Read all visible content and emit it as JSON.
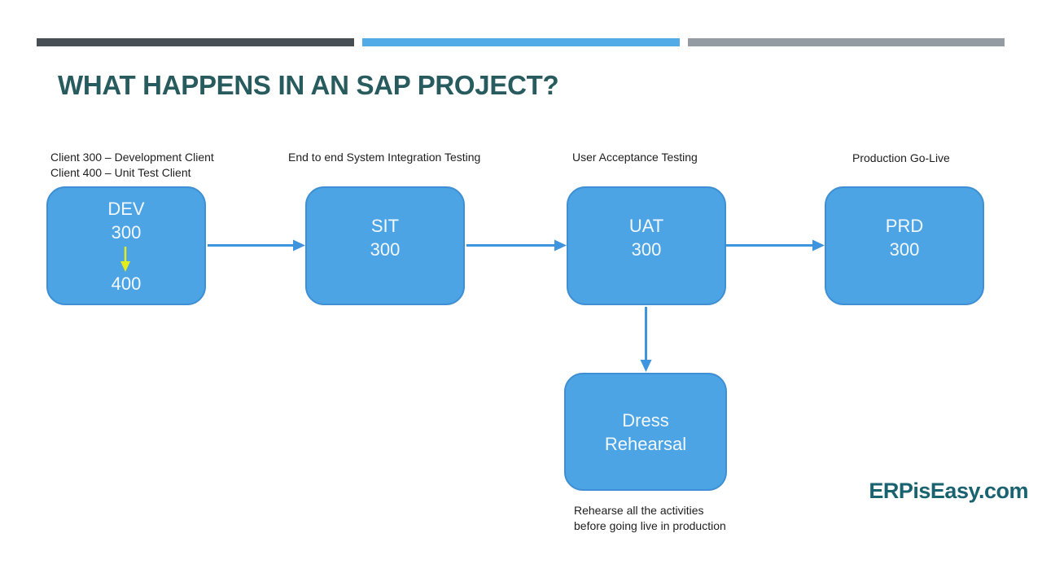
{
  "slide": {
    "title": "WHAT HAPPENS IN AN SAP PROJECT?",
    "logo": "ERPisEasy.com"
  },
  "stages": [
    {
      "caption": [
        "Client 300  – Development Client",
        "Client 400  – Unit Test Client"
      ],
      "box": {
        "line1": "DEV",
        "line2": "300",
        "line3": "400"
      }
    },
    {
      "caption": [
        "End to end System Integration Testing"
      ],
      "box": {
        "line1": "SIT",
        "line2": "300"
      }
    },
    {
      "caption": [
        "User Acceptance Testing"
      ],
      "box": {
        "line1": "UAT",
        "line2": "300"
      }
    },
    {
      "caption": [
        "Production Go-Live"
      ],
      "box": {
        "line1": "PRD",
        "line2": "300"
      }
    }
  ],
  "dress_rehearsal": {
    "box": {
      "line1": "Dress",
      "line2": "Rehearsal"
    },
    "note": [
      "Rehearse  all the activities",
      "before going live in production"
    ]
  },
  "colors": {
    "title": "#275B5E",
    "bar_dark": "#474F54",
    "bar_blue": "#52AAE6",
    "bar_gray": "#959BA3",
    "box_fill": "#4DA4E5",
    "box_border": "#3E8FD3",
    "box_text": "#F2F8FC",
    "arrow": "#3E94DD",
    "yellow": "#E4ED1C",
    "caption": "#1E1E1E",
    "logo": "#19626F"
  }
}
